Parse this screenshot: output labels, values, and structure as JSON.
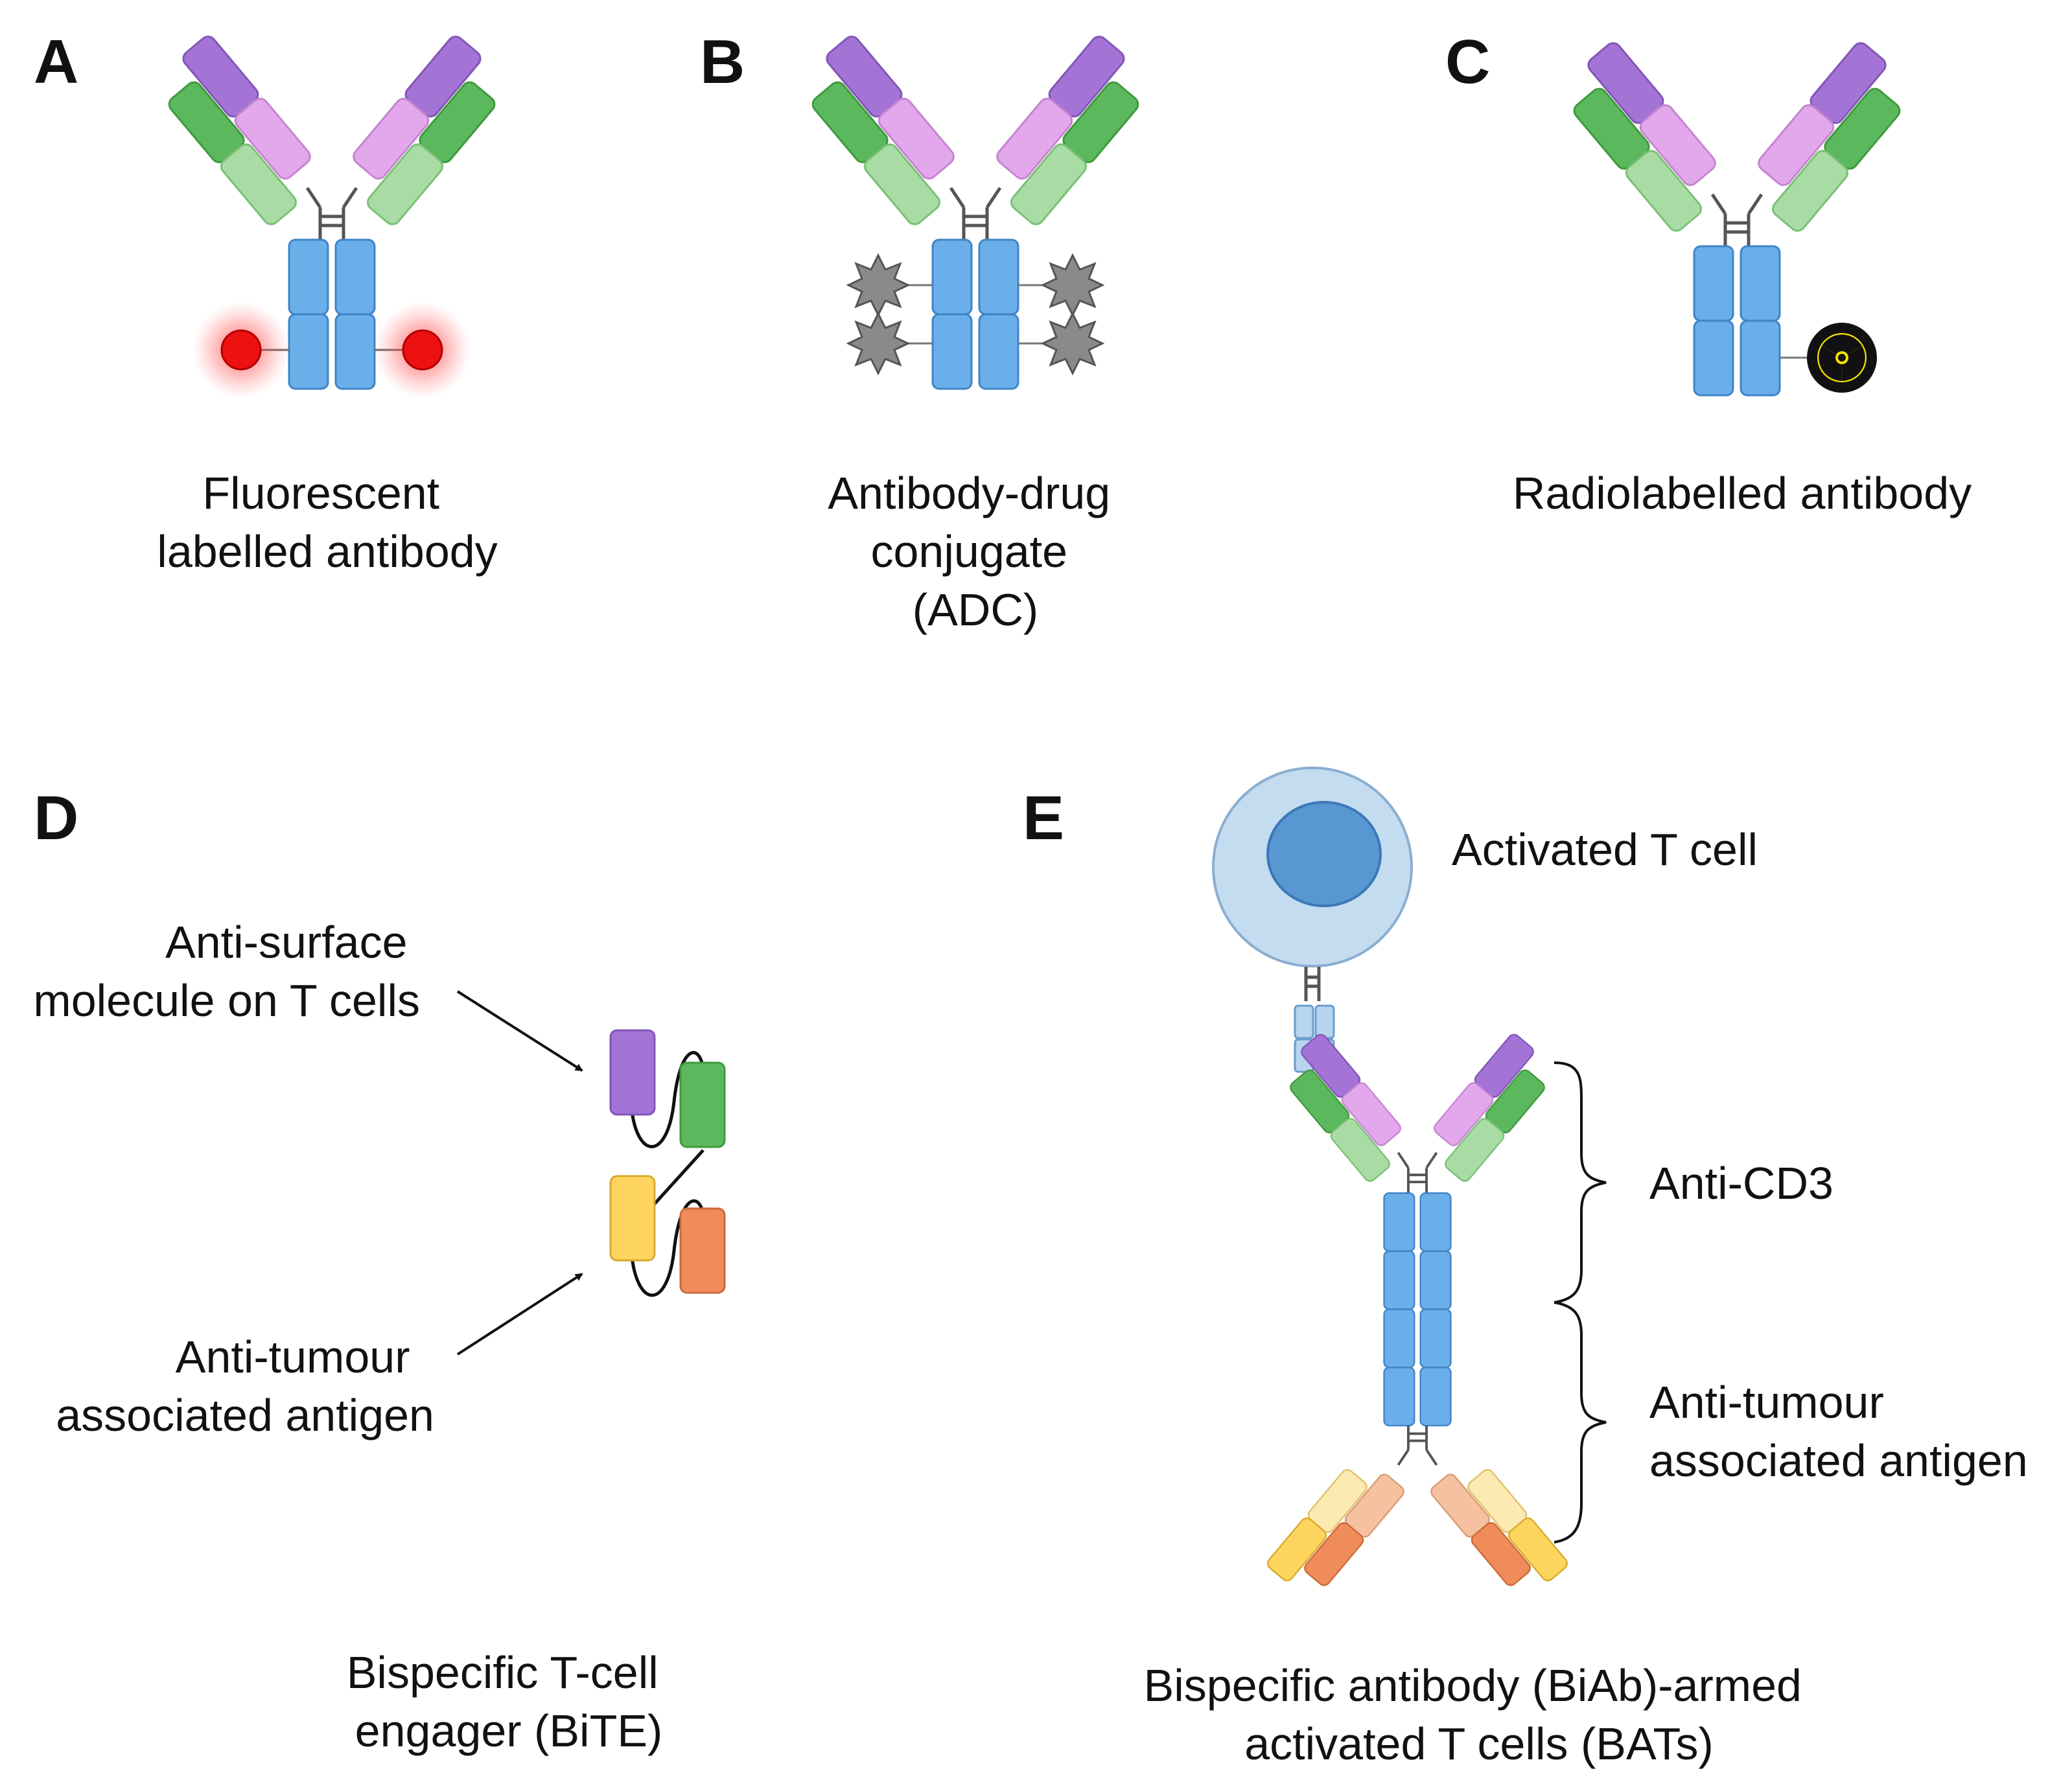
{
  "panels": {
    "a": {
      "letter": "A",
      "caption": [
        "Fluorescent",
        "labelled antibody"
      ]
    },
    "b": {
      "letter": "B",
      "caption": [
        "Antibody-drug",
        "conjugate",
        "(ADC)"
      ]
    },
    "c": {
      "letter": "C",
      "caption": [
        "Radiolabelled antibody"
      ]
    },
    "d": {
      "letter": "D",
      "label_t_cells": [
        "Anti-surface",
        "molecule on T cells"
      ],
      "label_tumour": [
        "Anti-tumour",
        "associated antigen"
      ],
      "caption": [
        "Bispecific T-cell",
        "engager (BiTE)"
      ]
    },
    "e": {
      "letter": "E",
      "label_cell": "Activated T cell",
      "label_cd3": "Anti-CD3",
      "label_tumour": [
        "Anti-tumour",
        "associated antigen"
      ],
      "caption": [
        "Bispecific antibody (BiAb)-armed",
        "activated T cells (BATs)"
      ]
    }
  },
  "colors": {
    "heavy_variable": "#a374d6",
    "heavy_ch1": "#e3a8ec",
    "light_variable": "#5cb85c",
    "light_constant": "#a9dca4",
    "fc": "#6aaeea",
    "fluorophore": "#ee1111",
    "drug": "#8a8a8a",
    "radio_yellow": "#f5e400",
    "bite_yellow": "#fdd55e",
    "bite_orange": "#ef8c5a",
    "t_cell": "#c4dcf0",
    "nucleus": "#5897d2"
  },
  "icons": [
    "star-drug-icon",
    "radiation-icon",
    "fluorophore-dot",
    "curly-brace",
    "arrow"
  ]
}
